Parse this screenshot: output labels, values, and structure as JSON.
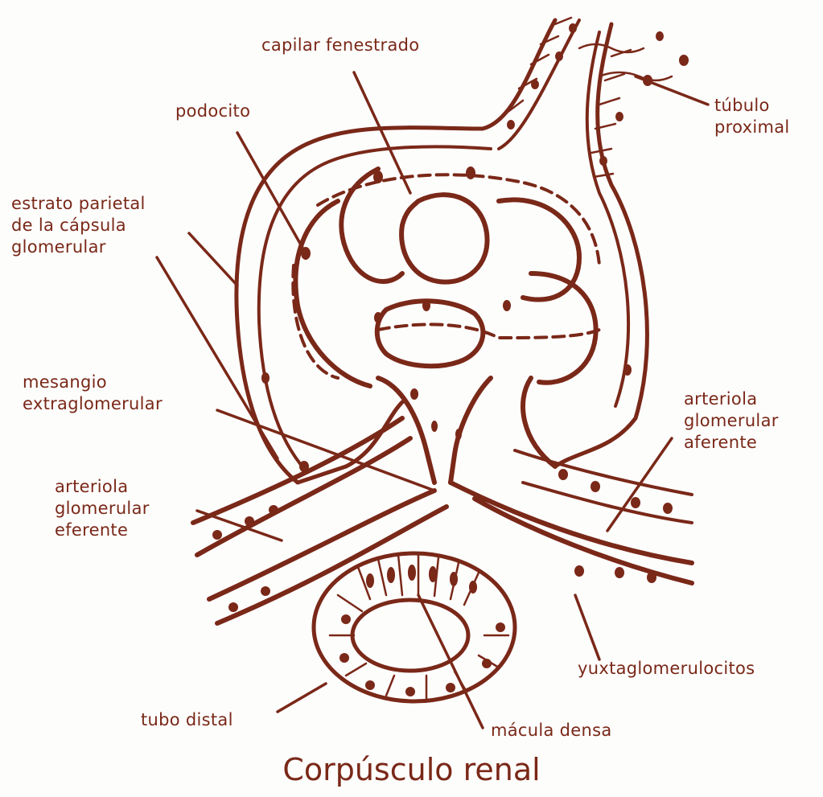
{
  "title": "Corpúsculo renal",
  "colors": {
    "ink": "#7a2818",
    "fill": "#f3e6df",
    "background": "#fdfdfc"
  },
  "labels": {
    "capilar": "capilar  fenestrado",
    "podocito": "podocito",
    "tubulo": [
      "túbulo",
      "proximal"
    ],
    "estrato": [
      "estrato  parietal",
      "de la cápsula",
      "glomerular"
    ],
    "mesangio": [
      "mesangio",
      "extraglomerular"
    ],
    "aferente": [
      "arteriola",
      "glomerular",
      "aferente"
    ],
    "eferente": [
      "arteriola",
      "glomerular",
      "eferente"
    ],
    "yuxta": "yuxtaglomerulocitos",
    "tubo_distal": "tubo distal",
    "macula": "mácula densa"
  }
}
